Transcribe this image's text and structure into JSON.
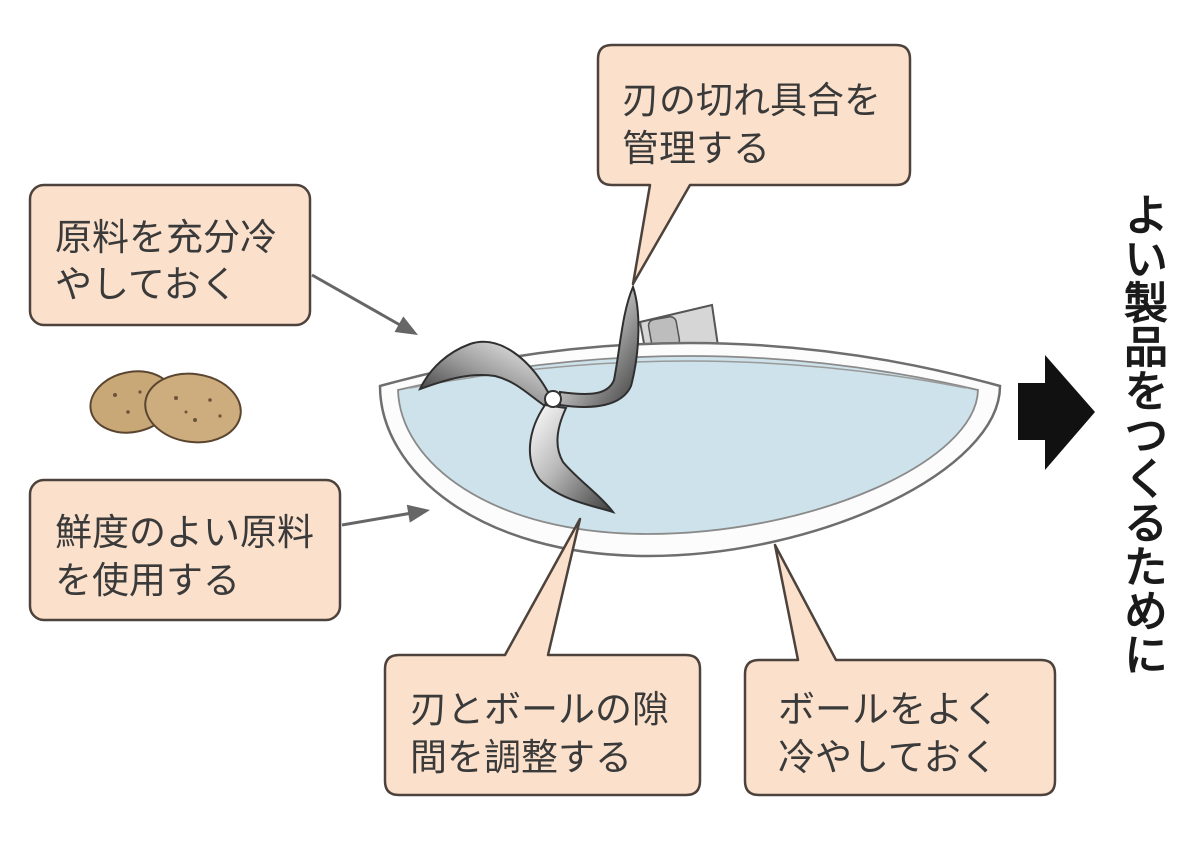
{
  "callouts": {
    "blade_sharpness": {
      "lines": [
        "刃の切れ具合を",
        "管理する"
      ]
    },
    "chill_material": {
      "lines": [
        "原料を充分冷",
        "やしておく"
      ]
    },
    "fresh_material": {
      "lines": [
        "鮮度のよい原料",
        "を使用する"
      ]
    },
    "blade_gap": {
      "lines": [
        "刃とボールの隙",
        "間を調整する"
      ]
    },
    "chill_bowl": {
      "lines": [
        "ボールをよく",
        "冷やしておく"
      ]
    }
  },
  "conclusion": "よい製品をつくるために",
  "icons": {
    "potatoes": "potato-icon",
    "bowl": "bowl-icon",
    "blade": "blade-icon",
    "result_arrow": "arrow-right-icon"
  },
  "colors": {
    "callout_fill": "#fbe1cc",
    "bowl_water": "#cde2ea",
    "potato": "#c9a878",
    "result_arrow": "#111111"
  }
}
